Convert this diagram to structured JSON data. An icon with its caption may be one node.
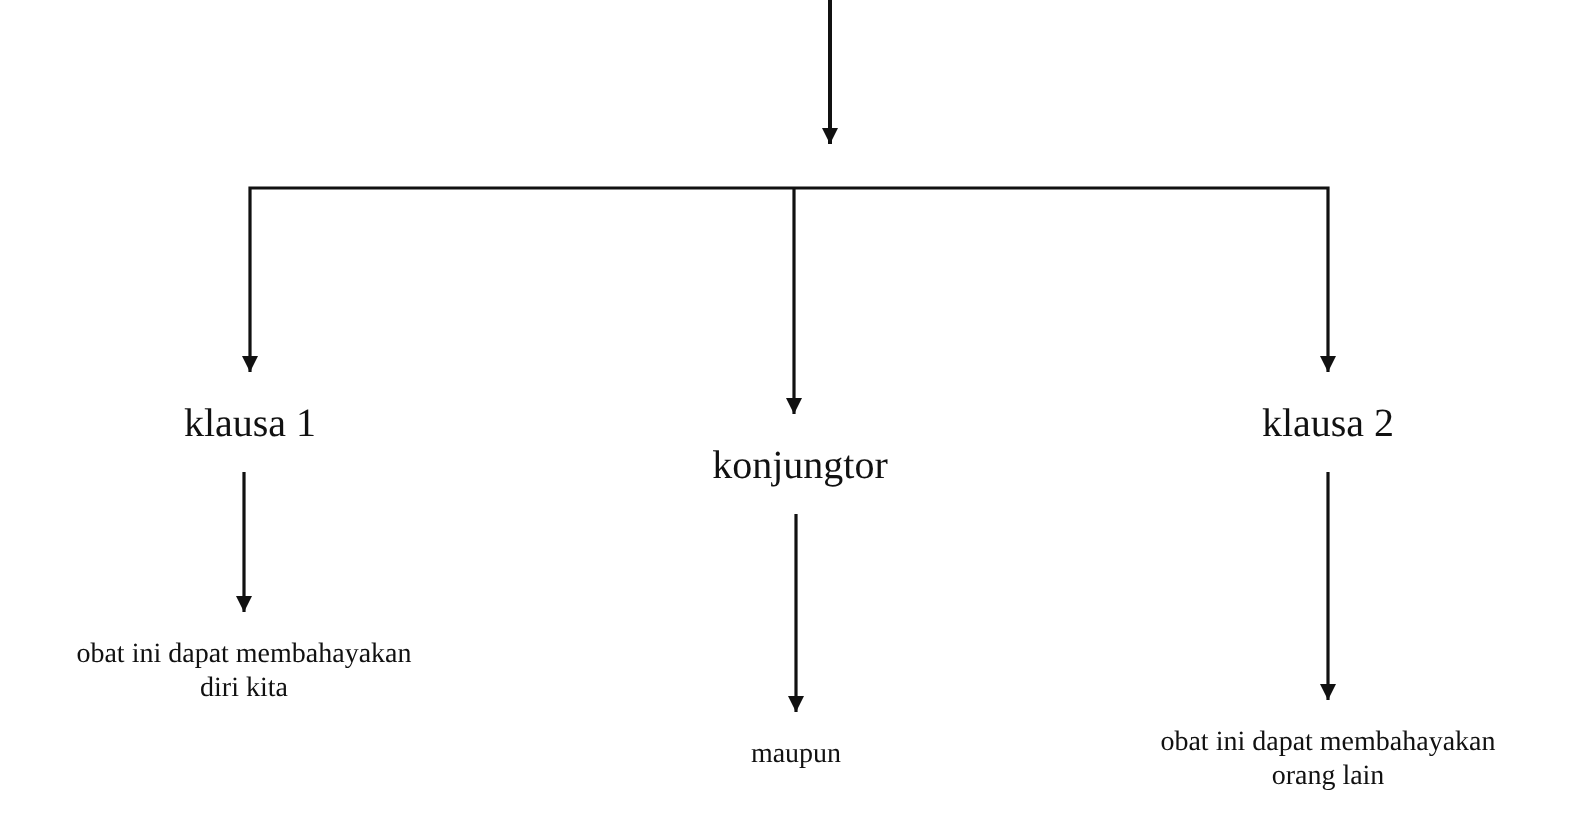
{
  "diagram": {
    "nodes": [
      {
        "text": [
          "klausa 1"
        ]
      },
      {
        "text": [
          "konjungtor"
        ]
      },
      {
        "text": [
          "klausa 2"
        ]
      },
      {
        "text": [
          "obat ini dapat membahayakan diri kita"
        ]
      },
      {
        "text": [
          "maupun"
        ]
      },
      {
        "text": [
          "obat ini dapat membahayakan orang lain"
        ]
      }
    ],
    "edges": [
      {
        "from": null,
        "to": 0,
        "arrow": "to"
      },
      {
        "from": null,
        "to": 1,
        "arrow": "to"
      },
      {
        "from": null,
        "to": 2,
        "arrow": "to"
      },
      {
        "from": 0,
        "to": 3,
        "arrow": "to"
      },
      {
        "from": 1,
        "to": 4,
        "arrow": "to"
      },
      {
        "from": 2,
        "to": 5,
        "arrow": "to"
      }
    ]
  }
}
